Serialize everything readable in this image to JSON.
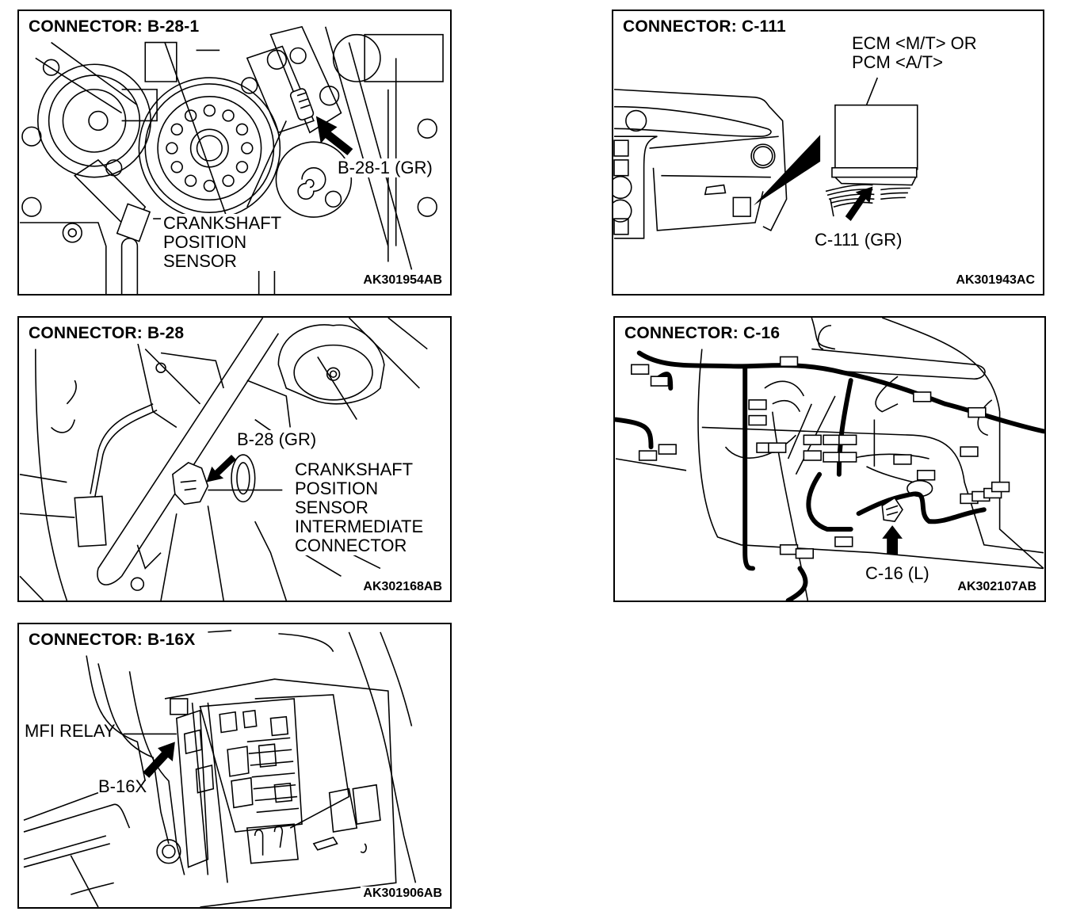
{
  "panels": [
    {
      "id": "b-28-1",
      "title": "CONNECTOR: B-28-1",
      "callout": "B-28-1 (GR)",
      "component_lines": [
        "CRANKSHAFT",
        "POSITION",
        "SENSOR"
      ],
      "figure_code": "AK301954AB"
    },
    {
      "id": "c-111",
      "title": "CONNECTOR: C-111",
      "component_lines": [
        "ECM <M/T> OR",
        "PCM <A/T>"
      ],
      "callout": "C-111 (GR)",
      "figure_code": "AK301943AC"
    },
    {
      "id": "b-28",
      "title": "CONNECTOR: B-28",
      "callout": "B-28 (GR)",
      "component_lines": [
        "CRANKSHAFT",
        "POSITION",
        "SENSOR",
        "INTERMEDIATE",
        "CONNECTOR"
      ],
      "figure_code": "AK302168AB"
    },
    {
      "id": "c-16",
      "title": "CONNECTOR: C-16",
      "callout": "C-16 (L)",
      "figure_code": "AK302107AB"
    },
    {
      "id": "b-16x",
      "title": "CONNECTOR: B-16X",
      "component_lines": [
        "MFI RELAY"
      ],
      "callout": "B-16X",
      "figure_code": "AK301906AB"
    }
  ],
  "colors": {
    "line": "#000000",
    "background": "#ffffff"
  }
}
